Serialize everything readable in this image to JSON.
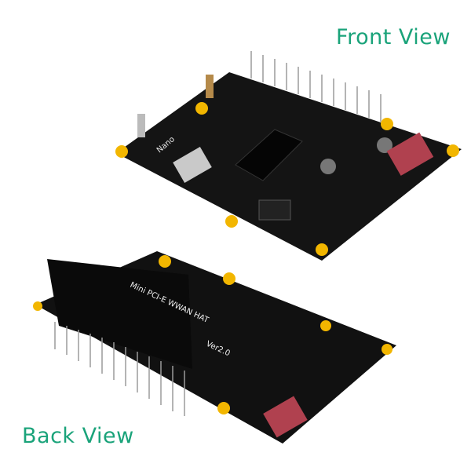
{
  "labels": {
    "front": "Front View",
    "back": "Back View"
  },
  "silkscreen": {
    "front_nano": "Nano",
    "back_title": "Mini PCI-E WWAN HAT",
    "back_version": "Ver2.0"
  },
  "colors": {
    "label": "#1aa37a",
    "board": "#141414",
    "mounting_pad": "#f2b600",
    "switch": "#b0414f"
  }
}
